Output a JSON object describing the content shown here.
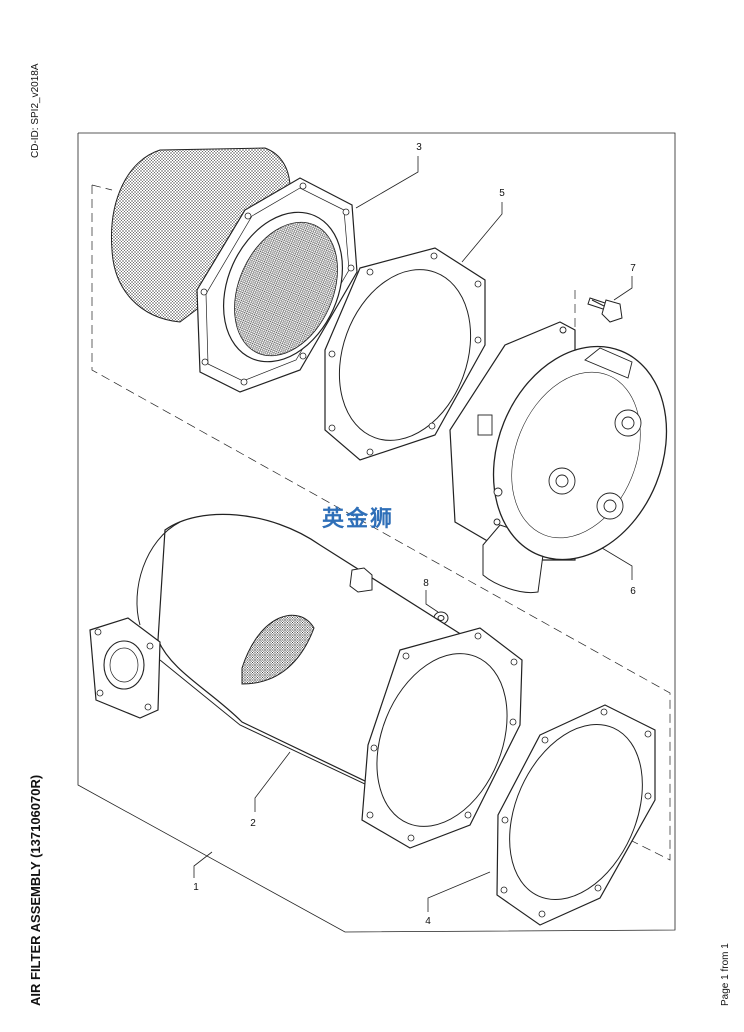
{
  "document": {
    "cd_id": "CD-ID: SPI2_v2018A",
    "title": "AIR FILTER ASSEMBLY (137106070R)",
    "page_label": "Page 1 from 1",
    "watermark": "英金狮"
  },
  "callouts": {
    "n1": "1",
    "n2": "2",
    "n3": "3",
    "n4": "4",
    "n5": "5",
    "n6": "6",
    "n7": "7",
    "n8": "8"
  }
}
